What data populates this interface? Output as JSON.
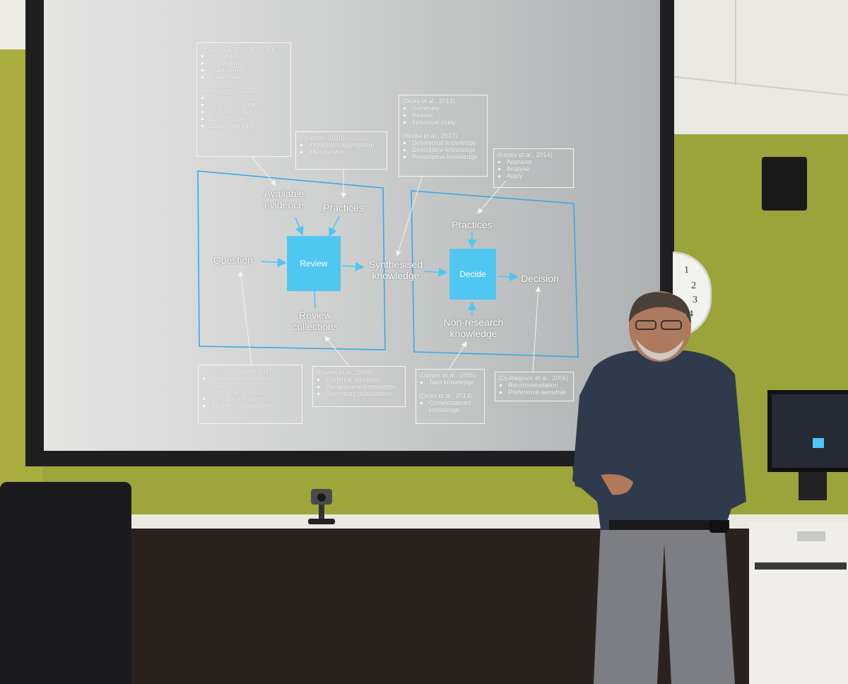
{
  "slide": {
    "colors": {
      "box_fill": "#4fc7f2",
      "frame": "#3aa7e8",
      "text": "#ffffff"
    },
    "nodes": {
      "available_evidence": "Available\nevidence",
      "practices_left": "Practices",
      "question": "Question",
      "review": "Review",
      "review_collections": "Review\ncollections",
      "synthesised_knowledge": "Synthesised\nknowledge",
      "practices_right": "Practices",
      "decide": "Decide",
      "decision": "Decision",
      "non_research_knowledge": "Non-research\nknowledge"
    },
    "citations": {
      "rynes_top": {
        "title1": "(Rynes & Bartunek, 2017)",
        "items1": [
          "Literature",
          "Organizations",
          "Practitioners",
          "Stakeholders"
        ],
        "title2": "(Kepes et al., 2014)",
        "items2": [
          "Reviews",
          "Controlled studies",
          "Primary studies",
          "Case studies",
          "Expert opinions"
        ]
      },
      "pearson": {
        "title1": "(Pearson, 2010)",
        "items1": [
          "Integration/aggregation",
          "Interpretation"
        ]
      },
      "dicks_top": {
        "title1": "(Dicks et al., 2014)",
        "items1": [
          "Summary",
          "Review",
          "Individual study"
        ],
        "title2": "(Akoka et al., 2017)",
        "items2": [
          "Definitional knowledge",
          "Descriptive knowledge",
          "Prescriptive knowledge"
        ]
      },
      "kepes_right": {
        "title1": "(Kepes et al., 2014)",
        "items1": [
          "Appraise",
          "Analyse",
          "Apply"
        ]
      },
      "rynes_bottom": {
        "title1": "(Rynes & Bartunek, 2017)",
        "items1": [
          "Answerable question"
        ],
        "title2": "(Stillwell et al., 2010)",
        "items2": [
          "Foreground question",
          "Background question"
        ]
      },
      "dawes_left": {
        "title1": "(Dawes et al., 2005)",
        "items1": [
          "Evidence synopses",
          "Pre-appraised resources",
          "Secondary publications"
        ]
      },
      "dawes_right": {
        "title1": "(Dawes et al., 2005)",
        "items1": [
          "Tacit knowledge"
        ],
        "title2": "(Dicks et al., 2014)",
        "items2": [
          "Contextualised knowledge"
        ]
      },
      "djulbegovic": {
        "title1": "(Djulbegovic et al., 2006)",
        "items1": [
          "Recommendation",
          "Preference-sensitive"
        ]
      }
    }
  },
  "clock_numbers": [
    "1",
    "2",
    "3",
    "4"
  ]
}
